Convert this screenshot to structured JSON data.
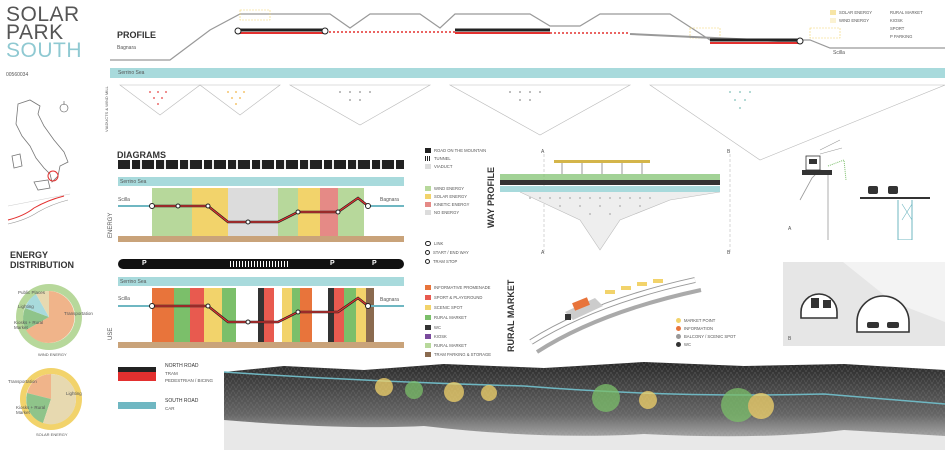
{
  "title": {
    "line1": "SOLAR",
    "line2": "PARK",
    "line3": "SOUTH",
    "code": "00560034"
  },
  "profile": {
    "heading": "PROFILE",
    "place_left": "Bagnara",
    "place_right": "Scilla",
    "sea": "Serrino Sea",
    "side_label": "VIADUCTS & WIND MILL",
    "legend": [
      "SOLAR ENERGY",
      "WIND ENERGY"
    ],
    "legend2": [
      "RURAL MARKET",
      "KIOSK",
      "SPORT",
      "P PARKING"
    ]
  },
  "diagrams": {
    "heading": "DIAGRAMS",
    "legend_top": [
      "ROAD ON THE MOUNTAIN",
      "TUNNEL",
      "VIADUCT"
    ],
    "sea": "Serrino Sea",
    "left_place": "Scilla",
    "right_place": "Bagnara",
    "energy_label": "ENERGY",
    "energy_legend": [
      "WIND ENERGY",
      "SOLAR ENERGY",
      "KINETIC ENERGY",
      "NO ENERGY"
    ],
    "energy_colors": [
      "#b7d89b",
      "#f2d36b",
      "#e58a86",
      "#dcdcdc"
    ],
    "link_legend": [
      "LINK",
      "START / END WAY",
      "TRAM STOP"
    ],
    "use_label": "USE",
    "use_sea": "Serrino Sea",
    "use_left_place": "Scilla",
    "use_right_place": "Bagnara",
    "use_legend": [
      "INFORMATIVE PROMENADE",
      "SPORT & PLAYGROUND",
      "SCENIC SPOT",
      "RURAL MARKET",
      "WC",
      "KIOSK",
      "RURAL MARKET",
      "TRAM PARKING & STORAGE"
    ],
    "use_colors": [
      "#e8743b",
      "#e85a4f",
      "#f2d36b",
      "#7bbf6a",
      "#333333",
      "#7a4a9c",
      "#b7d89b",
      "#8a6a4f"
    ],
    "p_letter": "P"
  },
  "roads": {
    "north_title": "NORTH ROAD",
    "north_sub1": "TRAM",
    "north_sub2": "PEDESTRIAN / BICING",
    "south_title": "SOUTH ROAD",
    "south_sub": "CAR"
  },
  "energy_distribution": {
    "heading_line1": "ENERGY",
    "heading_line2": "DISTRIBUTION",
    "wind": {
      "caption": "WIND ENERGY",
      "labels": [
        "Public Places",
        "Lighting",
        "Kiosks + Rural Market",
        "Transportation"
      ]
    },
    "solar": {
      "caption": "SOLAR ENERGY",
      "labels": [
        "Transportation",
        "Kiosks + Rural Market",
        "Lighting"
      ]
    }
  },
  "way_profile": {
    "heading": "WAY PROFILE",
    "a": "A",
    "b": "B"
  },
  "rural_market": {
    "heading": "RURAL MARKET",
    "legend": [
      "MARKET POINT",
      "INFORMATION",
      "BALCONY / SCENIC SPOT",
      "WC"
    ],
    "colors": [
      "#f2d36b",
      "#e8743b",
      "#999999",
      "#333333"
    ]
  },
  "section": {
    "a": "A",
    "b": "B"
  },
  "colors": {
    "sea": "#a8dadc",
    "ground": "#c9a37a",
    "accent": "#6fb7c2",
    "red": "#e3302f"
  }
}
